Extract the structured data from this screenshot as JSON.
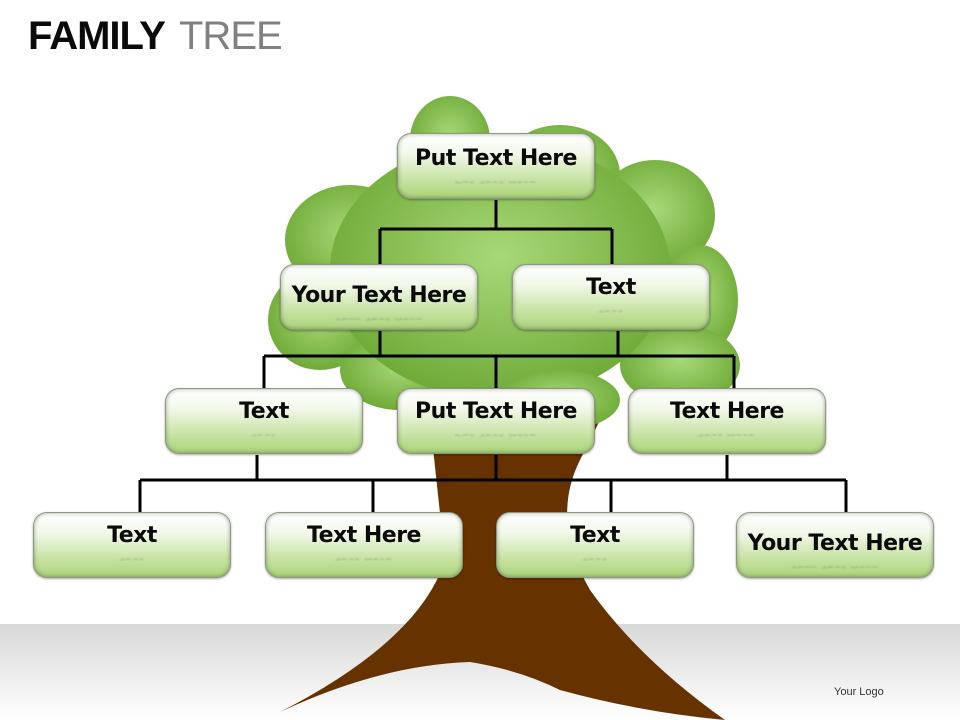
{
  "title": {
    "bold": "FAMILY",
    "light": "TREE"
  },
  "footer": {
    "logo_text": "Your Logo"
  },
  "colors": {
    "foliage": "#7cb342",
    "foliage_light": "#a8d878",
    "trunk": "#663300",
    "node_top": "#ffffff",
    "node_bottom": "#a9d47a",
    "connector": "#000000",
    "floor": "#d8d8d8"
  },
  "tree": {
    "level1": [
      {
        "label": "Put Text Here"
      }
    ],
    "level2": [
      {
        "label": "Your Text Here"
      },
      {
        "label": "Text"
      }
    ],
    "level3": [
      {
        "label": "Text"
      },
      {
        "label": "Put Text Here"
      },
      {
        "label": "Text Here"
      }
    ],
    "level4": [
      {
        "label": "Text"
      },
      {
        "label": "Text Here"
      },
      {
        "label": "Text"
      },
      {
        "label": "Your Text Here"
      }
    ]
  }
}
